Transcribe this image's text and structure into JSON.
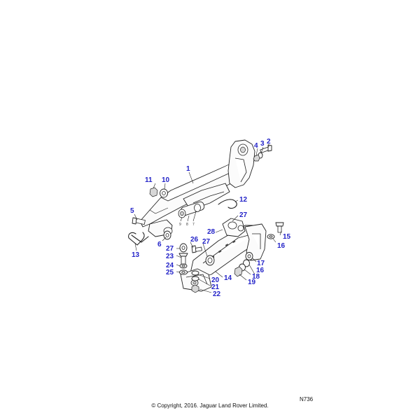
{
  "callouts": {
    "c1": "1",
    "c2": "2",
    "c3": "3",
    "c4": "4",
    "c5": "5",
    "c6": "6",
    "c10": "10",
    "c11": "11",
    "c12": "12",
    "c13": "13",
    "c14": "14",
    "c15": "15",
    "c16a": "16",
    "c16b": "16",
    "c17": "17",
    "c18": "18",
    "c19": "19",
    "c20": "20",
    "c21": "21",
    "c22": "22",
    "c23": "23",
    "c24": "24",
    "c25": "25",
    "c26": "26",
    "c27a": "27",
    "c27b": "27",
    "c27c": "27",
    "c28": "28"
  },
  "small_labels": {
    "s9": "9",
    "s8": "8",
    "s7": "7"
  },
  "footer": {
    "ref_code": "N736",
    "copyright": "© Copyright, 2016. Jaguar Land Rover Limited."
  },
  "colors": {
    "callout": "#2323c8",
    "line": "#222222",
    "background": "#ffffff"
  }
}
